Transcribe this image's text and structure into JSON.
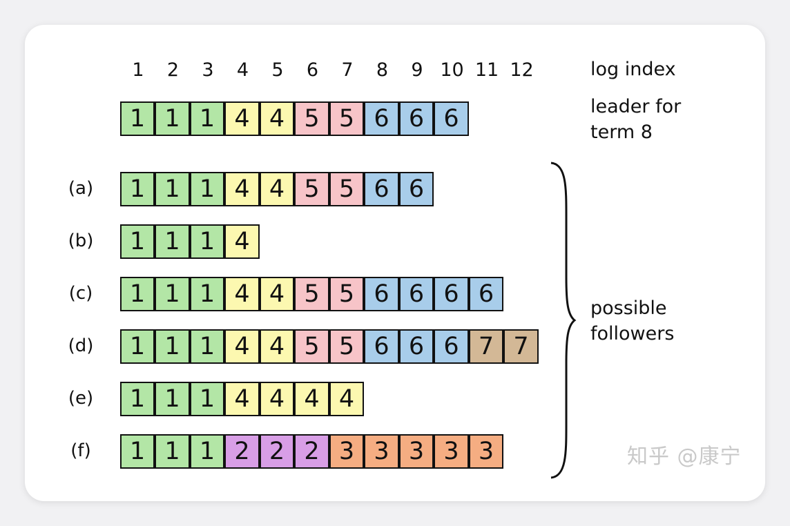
{
  "log_index_numbers": [
    "1",
    "2",
    "3",
    "4",
    "5",
    "6",
    "7",
    "8",
    "9",
    "10",
    "11",
    "12"
  ],
  "log_index_label": "log index",
  "leader_label_line1": "leader for",
  "leader_label_line2": "term 8",
  "followers_label_line1": "possible",
  "followers_label_line2": "followers",
  "leader_log": [
    "1",
    "1",
    "1",
    "4",
    "4",
    "5",
    "5",
    "6",
    "6",
    "6"
  ],
  "followers": [
    {
      "label": "(a)",
      "log": [
        "1",
        "1",
        "1",
        "4",
        "4",
        "5",
        "5",
        "6",
        "6"
      ]
    },
    {
      "label": "(b)",
      "log": [
        "1",
        "1",
        "1",
        "4"
      ]
    },
    {
      "label": "(c)",
      "log": [
        "1",
        "1",
        "1",
        "4",
        "4",
        "5",
        "5",
        "6",
        "6",
        "6",
        "6"
      ]
    },
    {
      "label": "(d)",
      "log": [
        "1",
        "1",
        "1",
        "4",
        "4",
        "5",
        "5",
        "6",
        "6",
        "6",
        "7",
        "7"
      ]
    },
    {
      "label": "(e)",
      "log": [
        "1",
        "1",
        "1",
        "4",
        "4",
        "4",
        "4"
      ]
    },
    {
      "label": "(f)",
      "log": [
        "1",
        "1",
        "1",
        "2",
        "2",
        "2",
        "3",
        "3",
        "3",
        "3",
        "3"
      ]
    }
  ],
  "term_colors": {
    "1": "#b3e6a6",
    "2": "#d89ee6",
    "3": "#f5ad82",
    "4": "#fcf8b0",
    "5": "#f7c4c8",
    "6": "#a8cdea",
    "7": "#d3b896"
  },
  "watermark": "知乎 @康宁"
}
